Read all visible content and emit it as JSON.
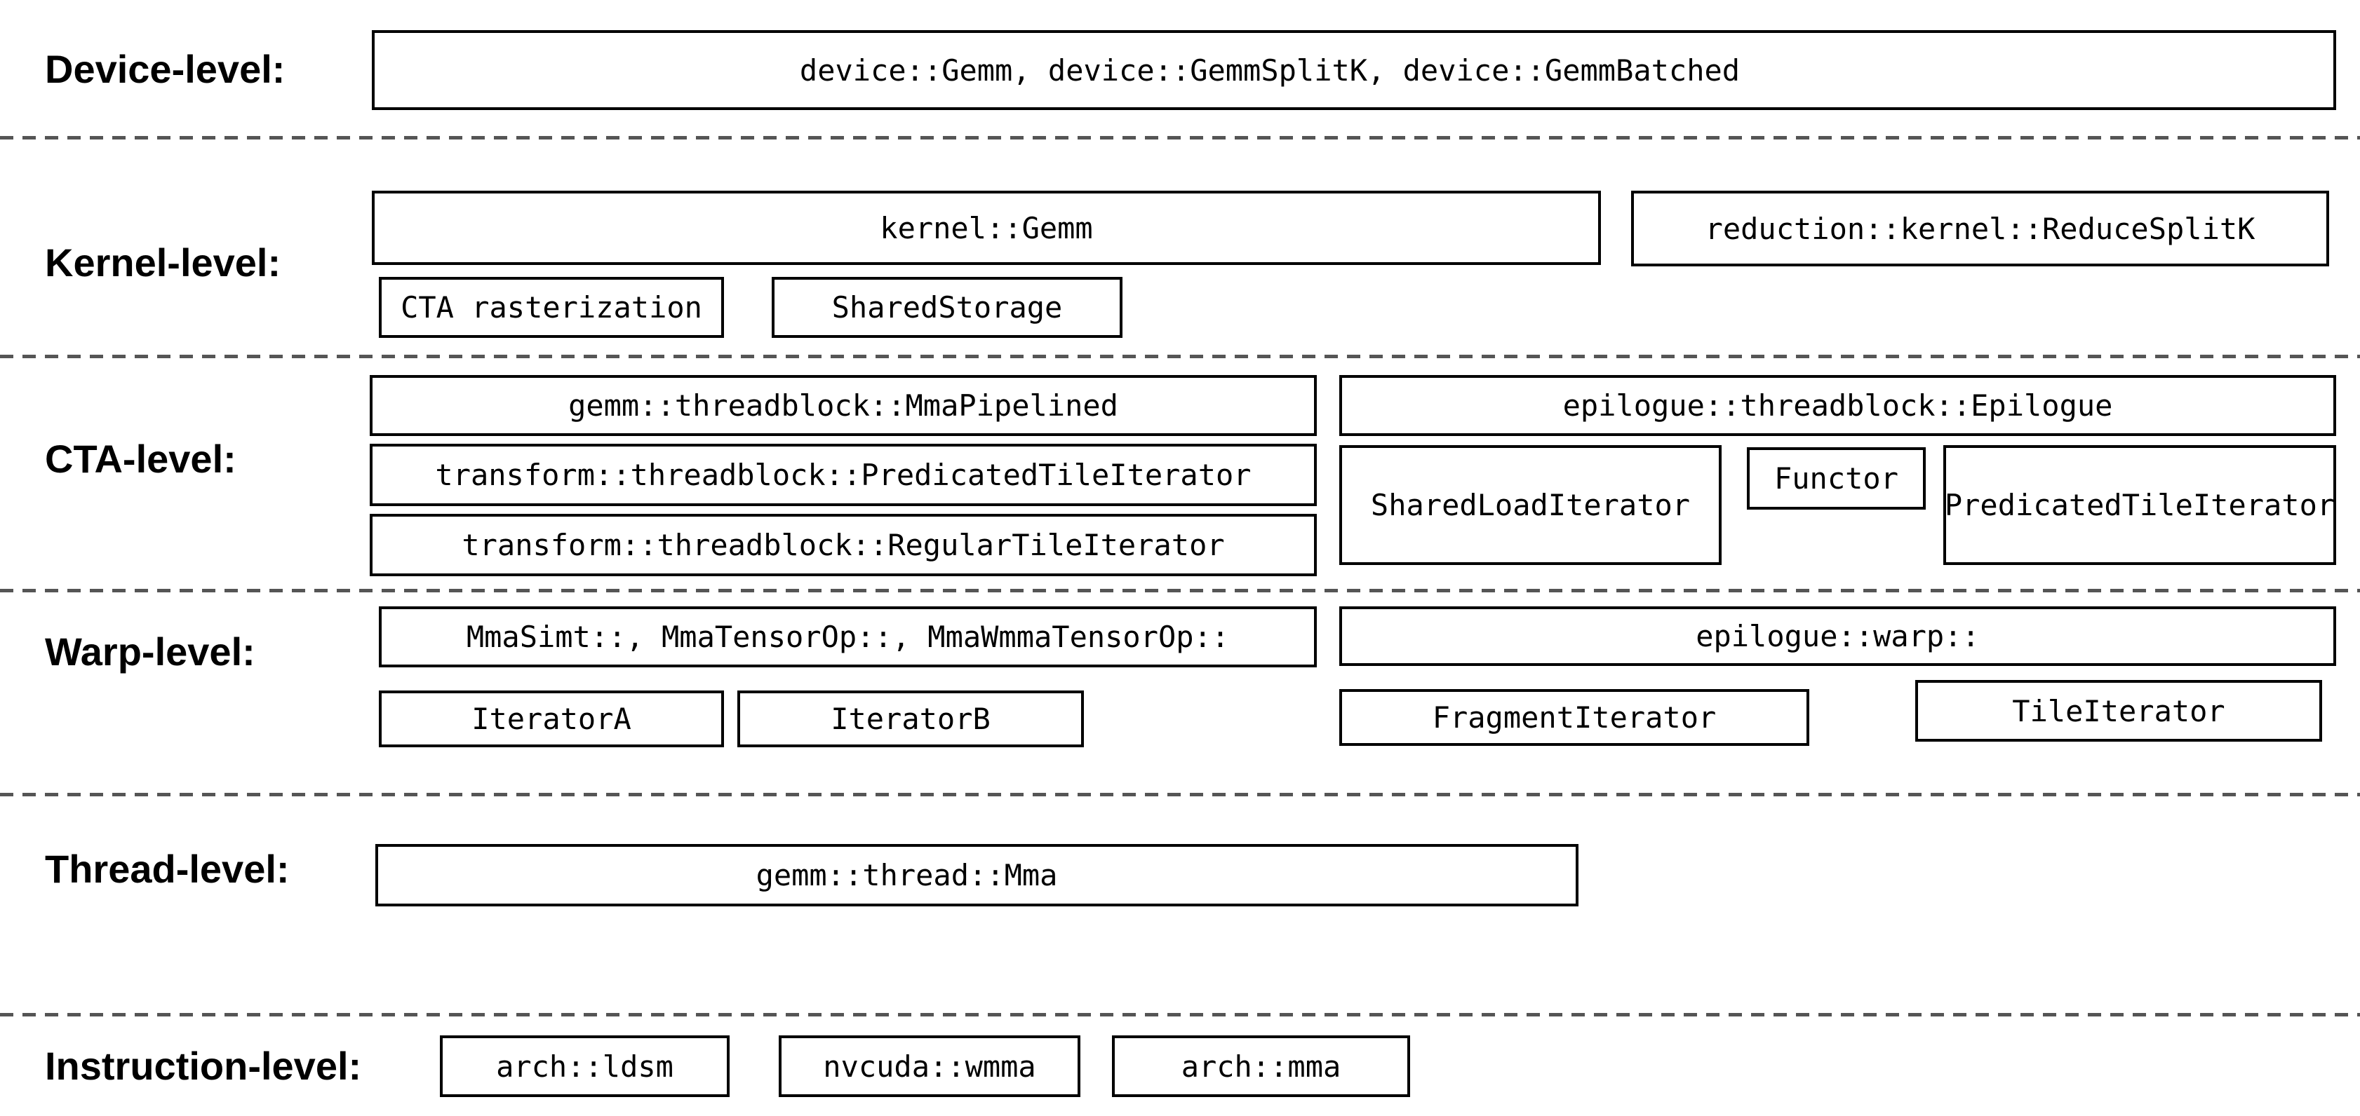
{
  "diagram": {
    "title": "CUTLASS GEMM component hierarchy",
    "colors": {
      "background": "#ffffff",
      "box_border": "#000000",
      "box_fill": "#ffffff",
      "text": "#000000",
      "separator_dash": "#555555"
    },
    "levels": [
      {
        "id": "device",
        "label": "Device-level:",
        "boxes": [
          {
            "id": "device-gemm-family",
            "text": "device::Gemm, device::GemmSplitK, device::GemmBatched"
          }
        ]
      },
      {
        "id": "kernel",
        "label": "Kernel-level:",
        "boxes": [
          {
            "id": "kernel-gemm",
            "text": "kernel::Gemm"
          },
          {
            "id": "reduce-splitk",
            "text": "reduction::kernel::ReduceSplitK"
          },
          {
            "id": "cta-rasterization",
            "text": "CTA rasterization"
          },
          {
            "id": "shared-storage",
            "text": "SharedStorage"
          }
        ]
      },
      {
        "id": "cta",
        "label": "CTA-level:",
        "boxes": [
          {
            "id": "mma-pipelined",
            "text": "gemm::threadblock::MmaPipelined"
          },
          {
            "id": "predicated-tile-iterator-threadblock",
            "text": "transform::threadblock::PredicatedTileIterator"
          },
          {
            "id": "regular-tile-iterator-threadblock",
            "text": "transform::threadblock::RegularTileIterator"
          },
          {
            "id": "epilogue-threadblock",
            "text": "epilogue::threadblock::Epilogue"
          },
          {
            "id": "shared-load-iterator",
            "text": "SharedLoadIterator"
          },
          {
            "id": "functor",
            "text": "Functor"
          },
          {
            "id": "predicated-tile-iterator-epilogue",
            "text": "PredicatedTileIterator"
          }
        ]
      },
      {
        "id": "warp",
        "label": "Warp-level:",
        "boxes": [
          {
            "id": "warp-mma-variants",
            "text": "MmaSimt::, MmaTensorOp::, MmaWmmaTensorOp::"
          },
          {
            "id": "epilogue-warp",
            "text": "epilogue::warp::"
          },
          {
            "id": "iterator-a",
            "text": "IteratorA"
          },
          {
            "id": "iterator-b",
            "text": "IteratorB"
          },
          {
            "id": "fragment-iterator",
            "text": "FragmentIterator"
          },
          {
            "id": "tile-iterator",
            "text": "TileIterator"
          }
        ]
      },
      {
        "id": "thread",
        "label": "Thread-level:",
        "boxes": [
          {
            "id": "thread-mma",
            "text": "gemm::thread::Mma"
          }
        ]
      },
      {
        "id": "instruction",
        "label": "Instruction-level:",
        "boxes": [
          {
            "id": "arch-ldsm",
            "text": "arch::ldsm"
          },
          {
            "id": "nvcuda-wmma",
            "text": "nvcuda::wmma"
          },
          {
            "id": "arch-mma",
            "text": "arch::mma"
          }
        ]
      }
    ]
  }
}
